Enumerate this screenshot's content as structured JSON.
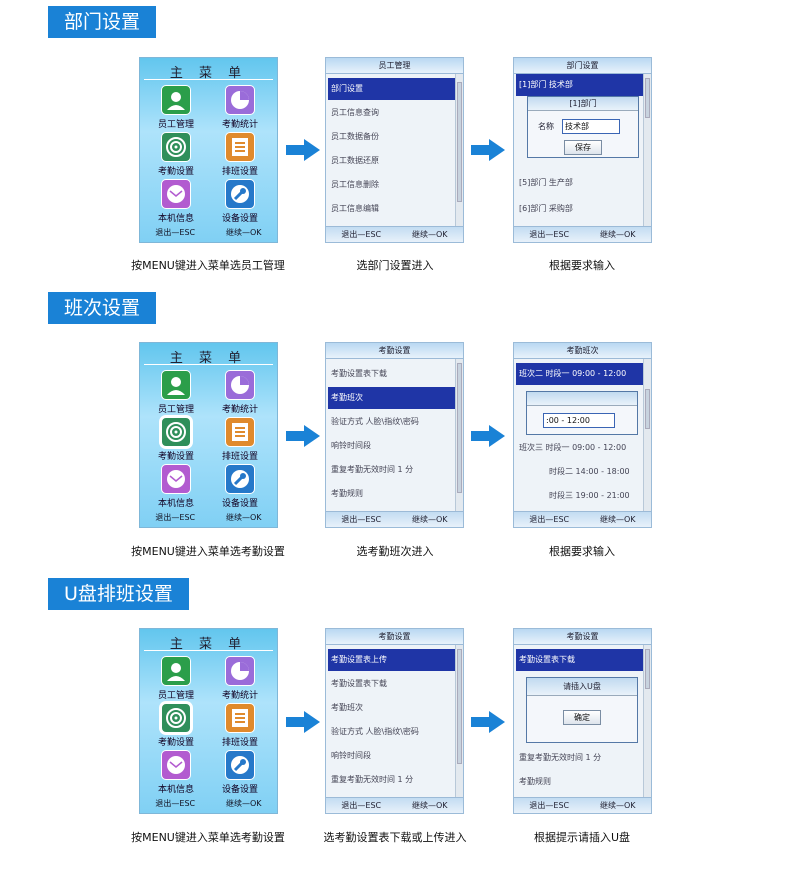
{
  "colors": {
    "accent": "#1a82d6",
    "selection": "#1f35a6"
  },
  "main_menu": {
    "title": "主 菜 单",
    "items": [
      {
        "label": "员工管理",
        "icon": "user-icon",
        "color": "#2b9e4a"
      },
      {
        "label": "考勤统计",
        "icon": "pie-chart-icon",
        "color": "#9a6cd9"
      },
      {
        "label": "考勤设置",
        "icon": "fingerprint-icon",
        "color": "#2f8f5a"
      },
      {
        "label": "排班设置",
        "icon": "list-icon",
        "color": "#e08a2c"
      },
      {
        "label": "本机信息",
        "icon": "mail-icon",
        "color": "#b25bd0"
      },
      {
        "label": "设备设置",
        "icon": "wrench-icon",
        "color": "#2678c9"
      }
    ],
    "footer_left": "退出—ESC",
    "footer_right": "继续—OK"
  },
  "sections": [
    {
      "title": "部门设置",
      "screen2": {
        "header": "员工管理",
        "rows": [
          "部门设置",
          "员工信息查询",
          "员工数据备份",
          "员工数据还原",
          "员工信息删除",
          "员工信息编辑"
        ],
        "footer_left": "退出—ESC",
        "footer_right": "继续—OK"
      },
      "screen3": {
        "header": "部门设置",
        "rows": [
          "[1]部门 技术部",
          "[5]部门 生产部",
          "[6]部门 采购部"
        ],
        "dialog_title": "[1]部门",
        "name_label": "名称",
        "name_value": "技术部",
        "save_label": "保存",
        "footer_left": "退出—ESC",
        "footer_right": "继续—OK"
      },
      "captions": [
        "按MENU键进入菜单选员工管理",
        "选部门设置进入",
        "根据要求输入"
      ]
    },
    {
      "title": "班次设置",
      "screen2": {
        "header": "考勤设置",
        "rows": [
          "考勤设置表下载",
          "考勤班次",
          "验证方式   人脸\\指纹\\密码",
          "响铃时间段",
          "重复考勤无效时间 1 分",
          "考勤规则"
        ],
        "footer_left": "退出—ESC",
        "footer_right": "继续—OK"
      },
      "screen3": {
        "header": "考勤班次",
        "rows": [
          "班次二 时段一  09:00 - 12:00",
          "班次三 时段一  09:00 - 12:00",
          "时段二  14:00 - 18:00",
          "时段三  19:00 - 21:00"
        ],
        "input_value": ":00 - 12:00",
        "footer_left": "退出—ESC",
        "footer_right": "继续—OK"
      },
      "captions": [
        "按MENU键进入菜单选考勤设置",
        "选考勤班次进入",
        "根据要求输入"
      ]
    },
    {
      "title": "U盘排班设置",
      "screen2": {
        "header": "考勤设置",
        "rows": [
          "考勤设置表上传",
          "考勤设置表下载",
          "考勤班次",
          "验证方式   人脸\\指纹\\密码",
          "响铃时间段",
          "重复考勤无效时间 1 分"
        ],
        "footer_left": "退出—ESC",
        "footer_right": "继续—OK"
      },
      "screen3": {
        "header": "考勤设置",
        "rows": [
          "考勤设置表下载",
          "重复考勤无效时间 1 分",
          "考勤规则"
        ],
        "dialog_title": "请插入U盘",
        "confirm_label": "确定",
        "footer_left": "退出—ESC",
        "footer_right": "继续—OK"
      },
      "captions": [
        "按MENU键进入菜单选考勤设置",
        "选考勤设置表下载或上传进入",
        "根据提示请插入U盘"
      ]
    }
  ]
}
